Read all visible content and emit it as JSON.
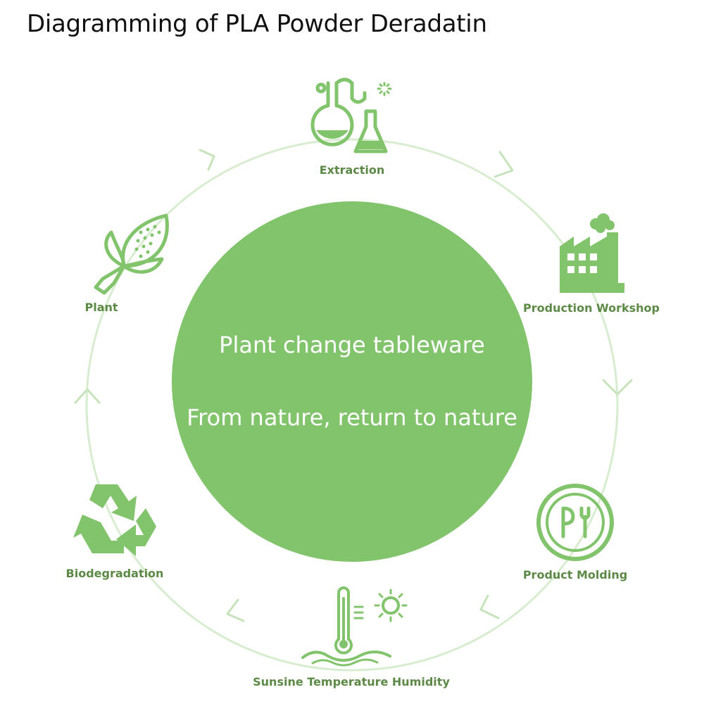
{
  "title": "Diagramming of PLA Powder Deradatin",
  "center": {
    "line1": "Plant change tableware",
    "line2": "From nature, return to nature"
  },
  "steps": [
    {
      "label": "Extraction",
      "icon": "flask-icon"
    },
    {
      "label": "Production Workshop",
      "icon": "factory-icon"
    },
    {
      "label": "Product Molding",
      "icon": "plate-icon"
    },
    {
      "label": "Sunsine Temperature Humidity",
      "icon": "thermometer-sun-icon"
    },
    {
      "label": "Biodegradation",
      "icon": "recycle-icon"
    },
    {
      "label": "Plant",
      "icon": "corn-icon"
    }
  ],
  "colors": {
    "primary_green": "#82c46c",
    "label_green": "#5c8a46",
    "ring_green": "#d8ecd0"
  }
}
